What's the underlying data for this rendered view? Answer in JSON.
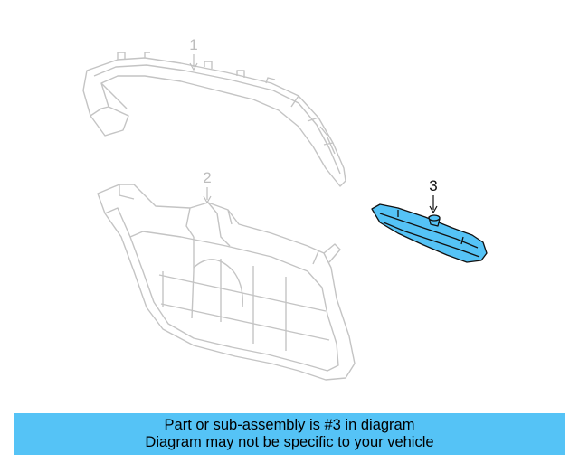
{
  "callouts": [
    {
      "label": "1"
    },
    {
      "label": "2"
    },
    {
      "label": "3"
    }
  ],
  "colors": {
    "highlight_part": "#55c3f6",
    "line_art": "#c8c8c8",
    "highlight_outline": "#111111",
    "banner_bg": "#55c3f6"
  },
  "banner": {
    "line1": "Part or sub-assembly is #3 in diagram",
    "line2": "Diagram may not be specific to your vehicle"
  }
}
